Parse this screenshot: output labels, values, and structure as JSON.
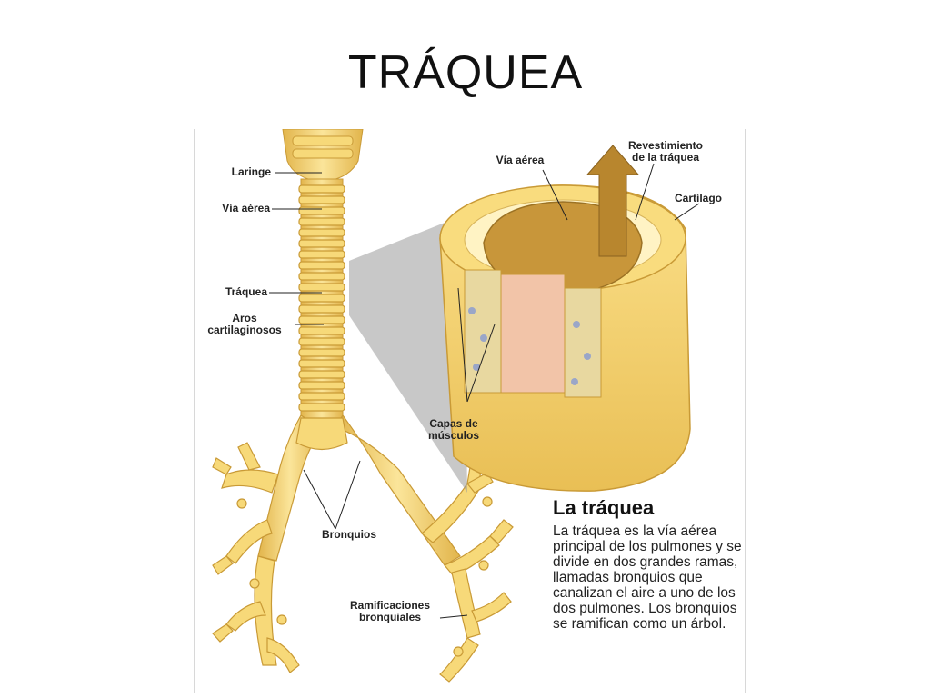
{
  "slide": {
    "title": "TRÁQUEA"
  },
  "figure": {
    "labels": {
      "laringe": "Laringe",
      "via_aerea_left": "Vía aérea",
      "traquea": "Tráquea",
      "aros_1": "Aros",
      "aros_2": "cartilaginosos",
      "bronquios": "Bronquios",
      "ramificaciones_1": "Ramificaciones",
      "ramificaciones_2": "bronquiales",
      "via_aerea_top": "Vía aérea",
      "revestimiento_1": "Revestimiento",
      "revestimiento_2": "de la tráquea",
      "cartilago": "Cartílago",
      "capas_1": "Capas de",
      "capas_2": "músculos"
    },
    "info": {
      "heading": "La tráquea",
      "body": "La tráquea es la vía aérea principal de los pulmones y se divide en dos grandes ramas, llamadas bronquios que canalizan el aire a uno de los dos pulmones. Los bronquios se ramifican como un árbol."
    }
  },
  "colors": {
    "cartilage": "#f5d87a",
    "cartilage_dark": "#d9b04a",
    "airway": "#c89a3c",
    "muscle": "#f2c4a8"
  }
}
